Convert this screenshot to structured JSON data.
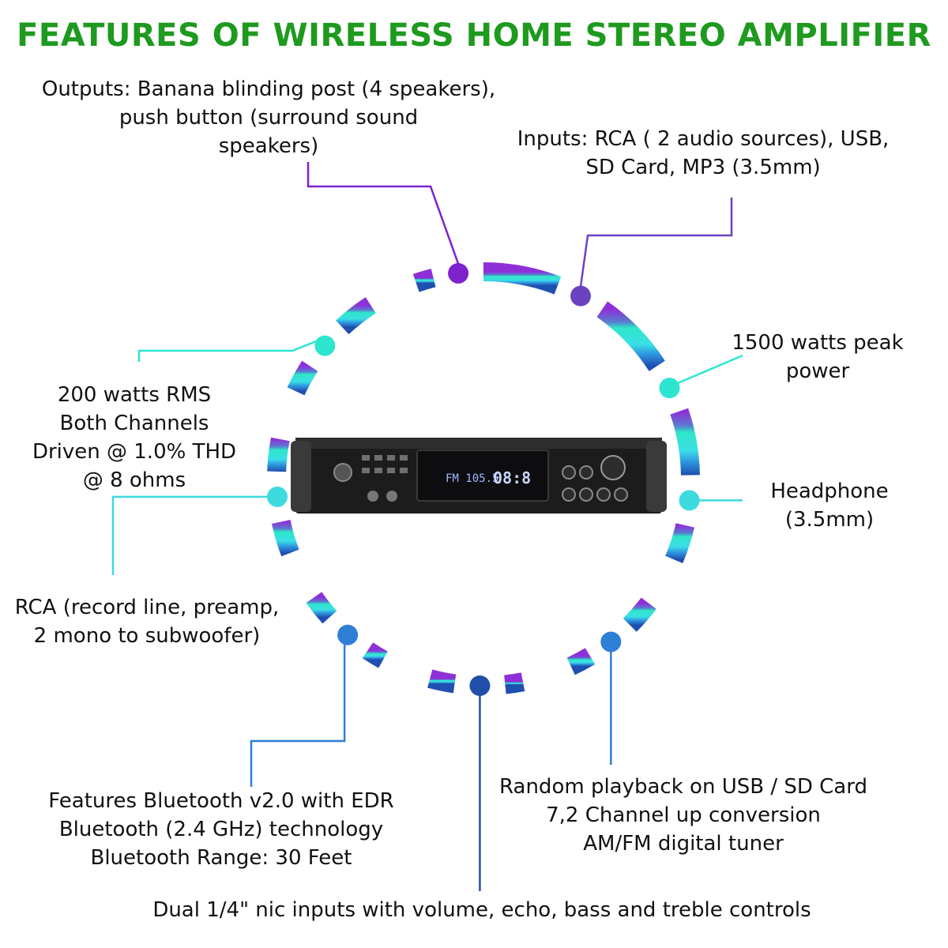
{
  "title": "FEATURES OF WIRELESS HOME STEREO AMPLIFIER",
  "colors": {
    "title": "#1e9a1e",
    "purple": "#7e22ce",
    "violet": "#6b42c0",
    "teal": "#2ee6d0",
    "cyan": "#3ddbe0",
    "blue": "#2e7fd6",
    "navy": "#1f4fa8"
  },
  "callouts": {
    "outputs": "Outputs: Banana blinding post (4 speakers),\npush button (surround sound\nspeakers)",
    "inputs": "Inputs: RCA ( 2 audio sources), USB,\nSD Card, MP3 (3.5mm)",
    "peak_power": "1500 watts peak\npower",
    "rms": "200 watts RMS\nBoth Channels\nDriven @ 1.0% THD\n@ 8 ohms",
    "headphone": "Headphone\n(3.5mm)",
    "rca": "RCA (record line, preamp,\n2 mono to subwoofer)",
    "bluetooth": "Features Bluetooth v2.0 with EDR\nBluetooth (2.4 GHz) technology\nBluetooth Range: 30 Feet",
    "playback": "Random playback on USB / SD Card\n7,2 Channel up conversion\nAM/FM digital tuner",
    "mic": "Dual 1/4\" nic inputs with volume, echo, bass and treble controls"
  },
  "amplifier": {
    "display_text": "FM 105.5",
    "level_text": "08:8"
  }
}
